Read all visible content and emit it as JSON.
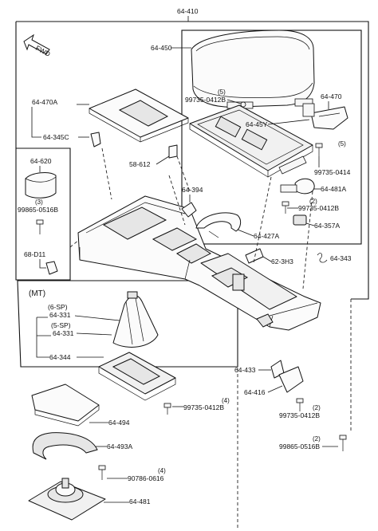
{
  "diagram": {
    "assembly_label": "64-410",
    "fwd_label": "FWD",
    "mt_label": "(MT)",
    "parts": {
      "p64_450": "64-450",
      "p64_470A": "64-470A",
      "p64_345C": "64-345C",
      "p99735_0412B_a": "99735-0412B",
      "p99735_0412B_a_qty": "(5)",
      "p64_45Y": "64-45Y",
      "p64_470": "64-470",
      "p99735_0414": "99735-0414",
      "p99735_0414_qty": "(5)",
      "p58_612": "58-612",
      "p64_481A": "64-481A",
      "p99735_0412B_b": "99735-0412B",
      "p99735_0412B_b_qty": "(2)",
      "p64_357A": "64-357A",
      "p64_620": "64-620",
      "p99865_0516B_a": "99865-0516B",
      "p99865_0516B_a_qty": "(3)",
      "p68_D11": "68-D11",
      "p64_394": "64-394",
      "p64_427A": "64-427A",
      "p62_3H3": "62-3H3",
      "p64_343": "64-343",
      "p6sp": "(6-SP)",
      "p64_331_a": "64-331",
      "p5sp": "(5-SP)",
      "p64_331_b": "64-331",
      "p64_344": "64-344",
      "p99735_0412B_c": "99735-0412B",
      "p99735_0412B_c_qty": "(4)",
      "p64_494": "64-494",
      "p64_493A": "64-493A",
      "p90786_0616": "90786-0616",
      "p90786_0616_qty": "(4)",
      "p64_481": "64-481",
      "p64_433": "64-433",
      "p64_416": "64-416",
      "p99735_0412B_d": "99735-0412B",
      "p99735_0412B_d_qty": "(2)",
      "p99865_0516B_b": "99865-0516B",
      "p99865_0516B_b_qty": "(2)"
    }
  }
}
